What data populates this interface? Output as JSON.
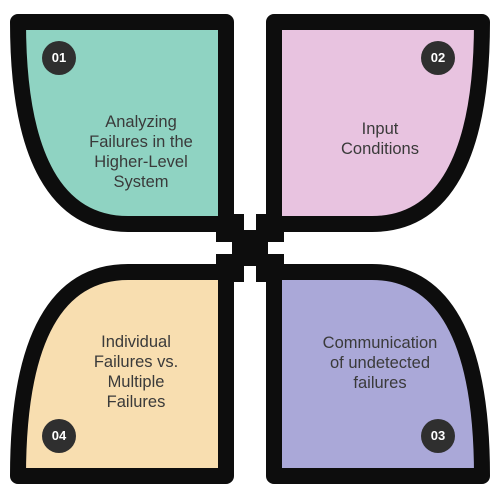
{
  "petals": [
    {
      "id": "01",
      "lines": [
        "Analyzing",
        "Failures in the",
        "Higher-Level",
        "System"
      ],
      "color": "#8fd3c2"
    },
    {
      "id": "02",
      "lines": [
        "Input",
        "Conditions"
      ],
      "color": "#e8c3e0"
    },
    {
      "id": "03",
      "lines": [
        "Communication",
        "of undetected",
        "failures"
      ],
      "color": "#aaa8d8"
    },
    {
      "id": "04",
      "lines": [
        "Individual",
        "Failures vs.",
        "Multiple",
        "Failures"
      ],
      "color": "#f8deb0"
    }
  ],
  "outline_color": "#0d0d0d",
  "badge_color": "#2f2f2f"
}
